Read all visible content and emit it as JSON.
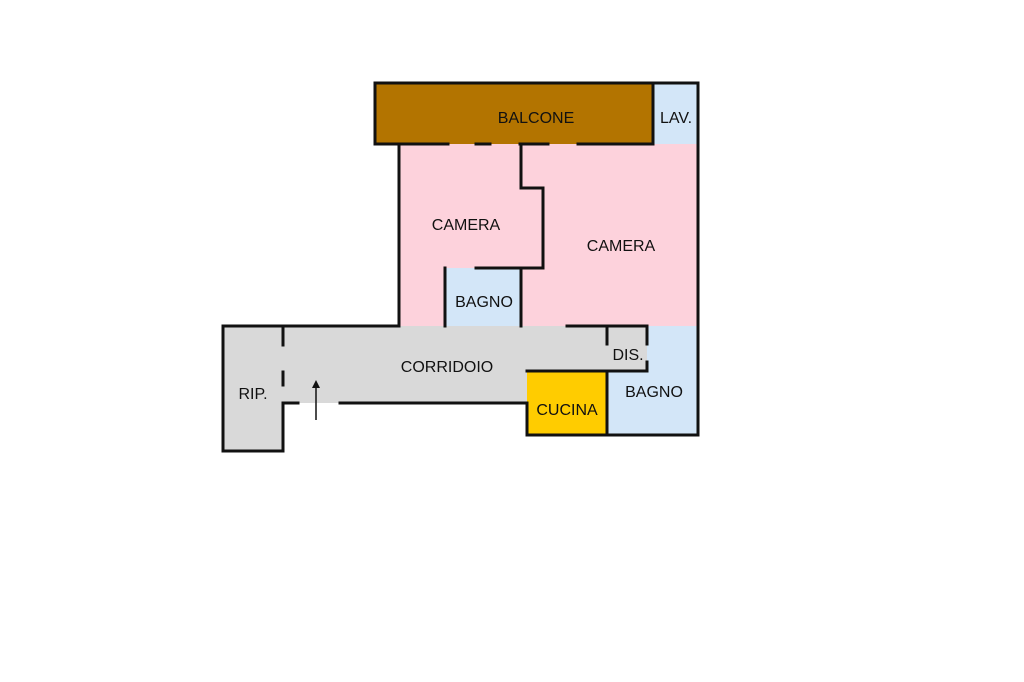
{
  "colors": {
    "balcony": "#b37400",
    "bedroom": "#fdd2dc",
    "bathroom": "#d3e6f8",
    "service": "#d9d9d9",
    "kitchen": "#ffcc00",
    "wall": "#111111"
  },
  "rooms": {
    "balcone": "BALCONE",
    "lav": "LAV.",
    "camera_left": "CAMERA",
    "camera_right": "CAMERA",
    "bagno_small": "BAGNO",
    "corridoio": "CORRIDOIO",
    "dis": "DIS.",
    "bagno_right": "BAGNO",
    "cucina": "CUCINA",
    "rip": "RIP."
  },
  "icons": {
    "entrance": "arrow-up-icon"
  }
}
